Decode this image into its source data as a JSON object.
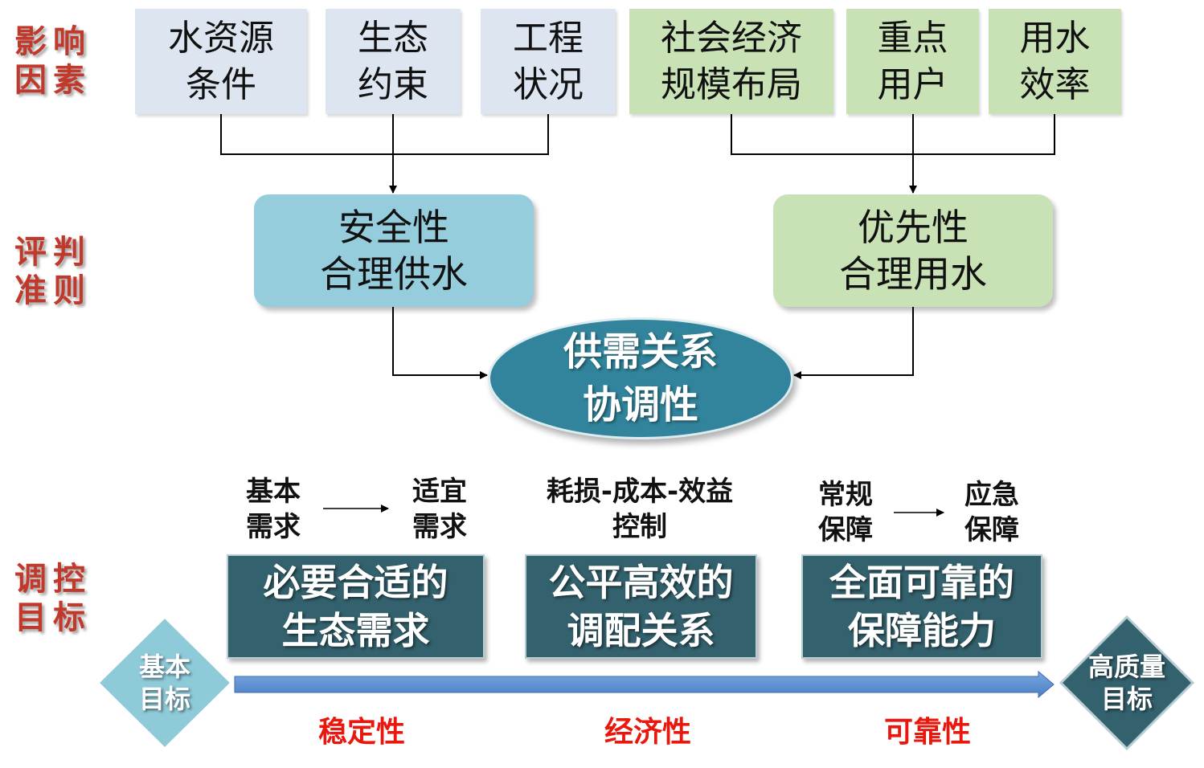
{
  "row_labels": {
    "factors": "影响\n因素",
    "criteria": "评判\n准则",
    "targets": "调控\n目标"
  },
  "factors": {
    "water_resources": "水资源\n条件",
    "ecology": "生态\n约束",
    "engineering": "工程\n状况",
    "socioeconomic": "社会经济\n规模布局",
    "key_users": "重点\n用户",
    "efficiency": "用水\n效率"
  },
  "criteria": {
    "safety": "安全性\n合理供水",
    "priority": "优先性\n合理用水"
  },
  "center": "供需关系\n协调性",
  "sub_labels": {
    "basic_demand": "基本\n需求",
    "suitable_demand": "适宜\n需求",
    "cost_control": "耗损-成本-效益\n控制",
    "regular_guarantee": "常规\n保障",
    "emergency_guarantee": "应急\n保障"
  },
  "goals": {
    "ecological": "必要合适的\n生态需求",
    "allocation": "公平高效的\n调配关系",
    "guarantee": "全面可靠的\n保障能力"
  },
  "endpoints": {
    "basic_goal": "基本\n目标",
    "high_quality_goal": "高质量\n目标"
  },
  "properties": {
    "stability": "稳定性",
    "economy": "经济性",
    "reliability": "可靠性"
  },
  "colors": {
    "label_red": "#c0392b",
    "factor_blue": "#dde5f1",
    "factor_green": "#c8e2b5",
    "criteria_blue": "#96cddd",
    "ellipse_teal": "#31849b",
    "goal_dark": "#33616d",
    "diamond_light": "#8fcad9",
    "diamond_dark": "#33616d",
    "arrow_blue": "#5b8fd0",
    "property_red": "#e8180f"
  }
}
